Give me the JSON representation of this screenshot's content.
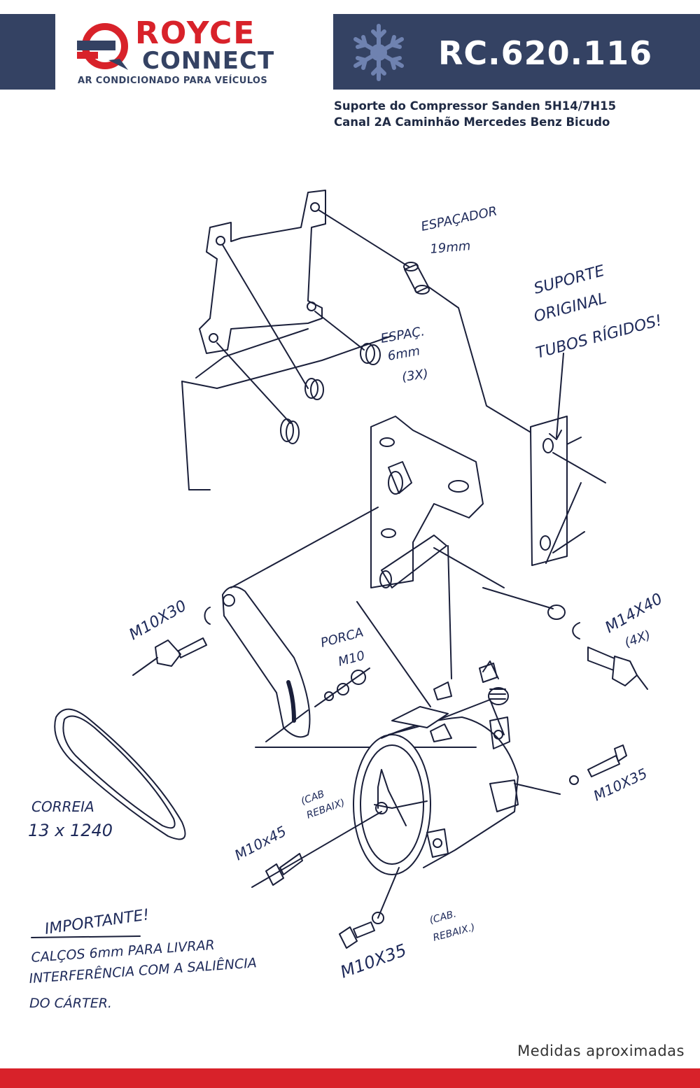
{
  "brand": {
    "name_top": "ROYCE",
    "name_bottom": "CONNECT",
    "tagline": "AR CONDICIONADO PARA VEÍCULOS",
    "primary_color": "#344263",
    "accent_color": "#d8222a",
    "icon": "snowflake-icon"
  },
  "product": {
    "code": "RC.620.116",
    "line1": "Suporte do Compressor Sanden 5H14/7H15",
    "line2": "Canal 2A Caminhão Mercedes Benz Bicudo"
  },
  "labels": {
    "espacador": "ESPAÇADOR",
    "espacador_size": "19mm",
    "espac6": "ESPAÇ.",
    "espac6_size": "6mm",
    "espac6_qty": "(3X)",
    "suporte1": "SUPORTE",
    "suporte2": "ORIGINAL",
    "suporte3": "TUBOS RÍGIDOS!",
    "m10x30": "M10X30",
    "porca1": "PORCA",
    "porca2": "M10",
    "m14x40": "M14X40",
    "m14x40_qty": "(4X)",
    "correia1": "CORREIA",
    "correia2": "13 x 1240",
    "m10x45": "M10x45",
    "cab1": "(CAB",
    "cab1b": "REBAIX)",
    "m10x35_right": "M10X35",
    "m10x35_bottom": "M10X35",
    "cab2": "(CAB.",
    "cab2b": "REBAIX.)",
    "importante": "IMPORTANTE!",
    "note1": "CALÇOS 6mm PARA LIVRAR",
    "note2": "INTERFERÊNCIA COM A SALIÊNCIA",
    "note3": "DO CÁRTER."
  },
  "footer": {
    "note": "Medidas aproximadas"
  }
}
